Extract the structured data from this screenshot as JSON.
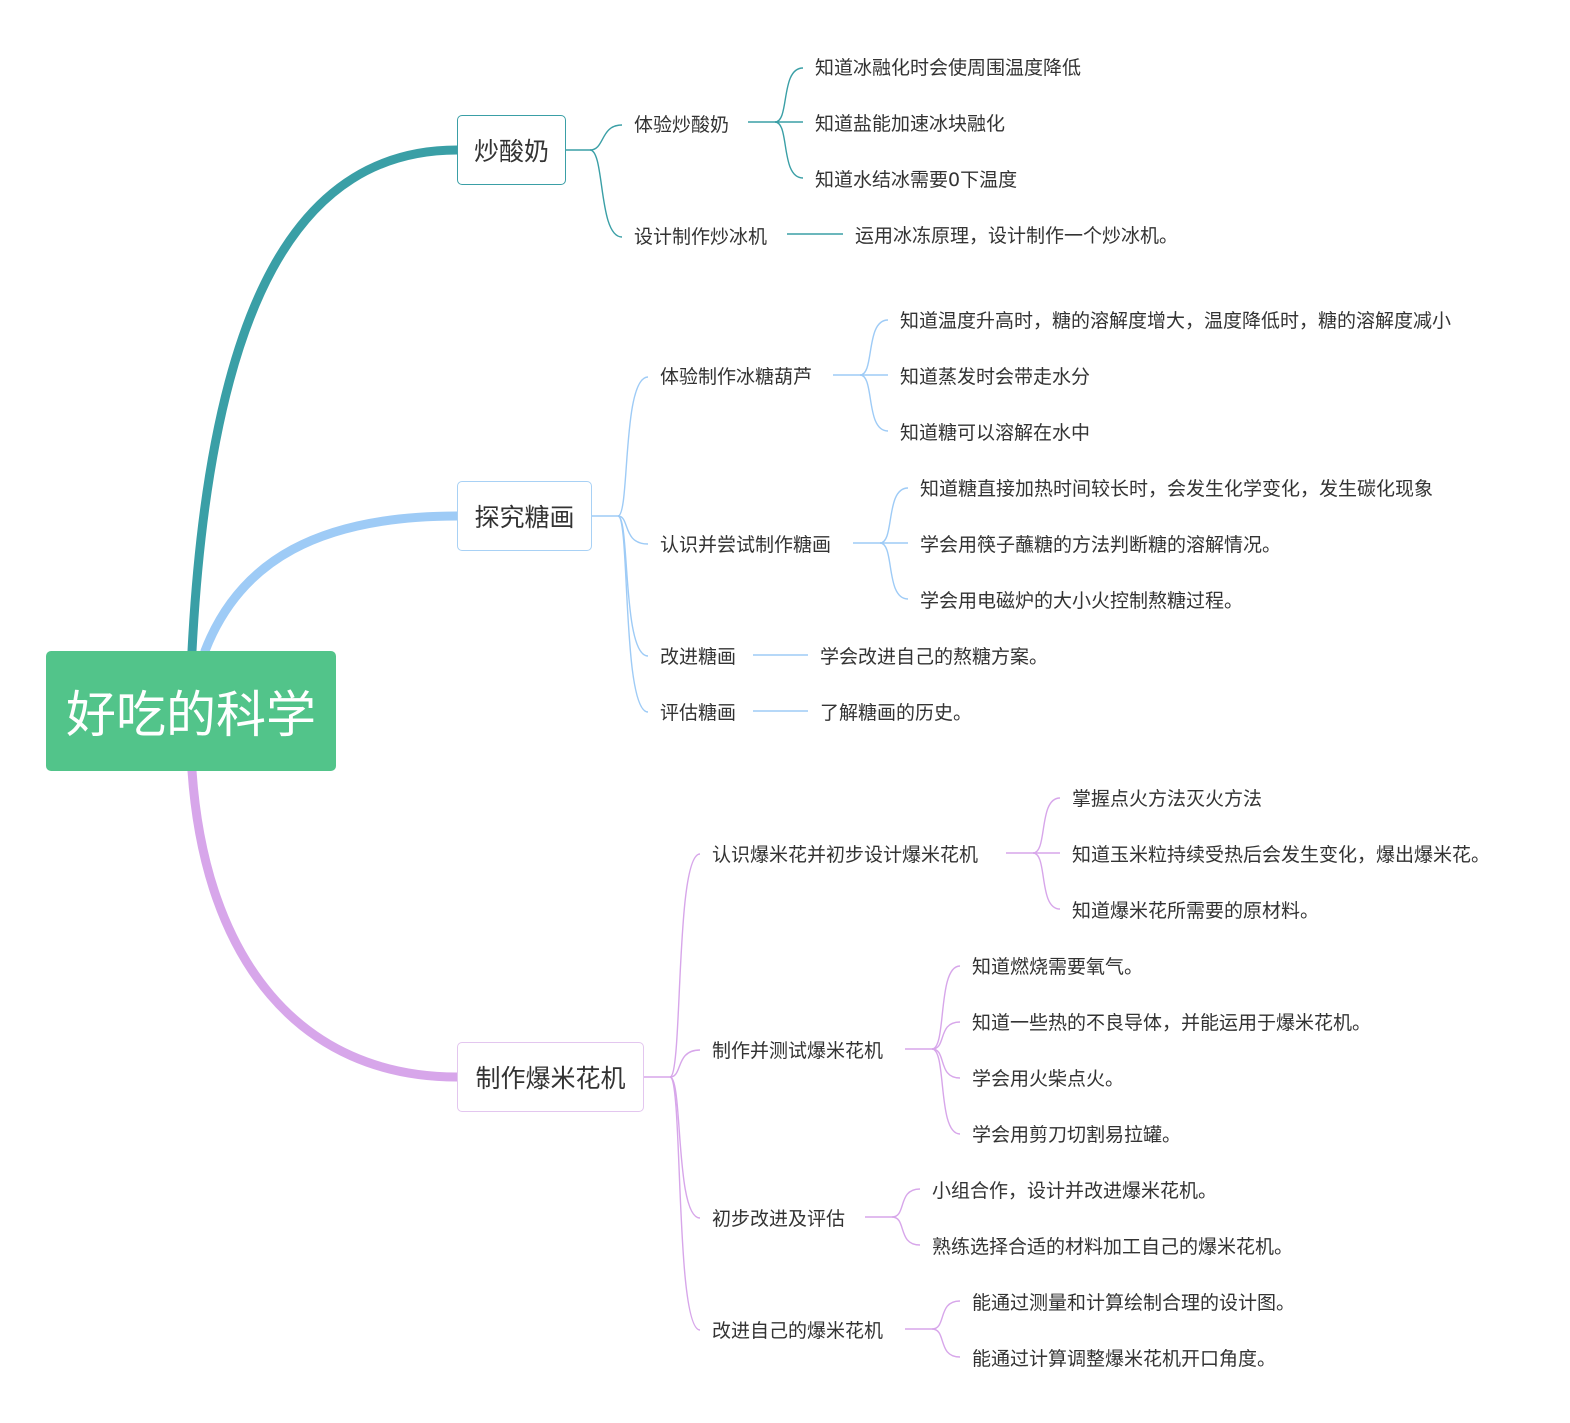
{
  "root": "好吃的科学",
  "colors": {
    "root": "#52c48a",
    "branch1": "#3a9fa6",
    "branch2": "#9ecbf6",
    "branch3": "#d7a6ea"
  },
  "branches": [
    {
      "label": "炒酸奶",
      "subs": [
        {
          "label": "体验炒酸奶",
          "leaves": [
            "知道冰融化时会使周围温度降低",
            "知道盐能加速冰块融化",
            "知道水结冰需要0下温度"
          ]
        },
        {
          "label": "设计制作炒冰机",
          "leaves": [
            "运用冰冻原理，设计制作一个炒冰机。"
          ]
        }
      ]
    },
    {
      "label": "探究糖画",
      "subs": [
        {
          "label": "体验制作冰糖葫芦",
          "leaves": [
            "知道温度升高时，糖的溶解度增大，温度降低时，糖的溶解度减小",
            "知道蒸发时会带走水分",
            "知道糖可以溶解在水中"
          ]
        },
        {
          "label": "认识并尝试制作糖画",
          "leaves": [
            "知道糖直接加热时间较长时，会发生化学变化，发生碳化现象",
            "学会用筷子蘸糖的方法判断糖的溶解情况。",
            "学会用电磁炉的大小火控制熬糖过程。"
          ]
        },
        {
          "label": "改进糖画",
          "leaves": [
            "学会改进自己的熬糖方案。"
          ]
        },
        {
          "label": "评估糖画",
          "leaves": [
            "了解糖画的历史。"
          ]
        }
      ]
    },
    {
      "label": "制作爆米花机",
      "subs": [
        {
          "label": "认识爆米花并初步设计爆米花机",
          "leaves": [
            "掌握点火方法灭火方法",
            "知道玉米粒持续受热后会发生变化，爆出爆米花。",
            "知道爆米花所需要的原材料。"
          ]
        },
        {
          "label": "制作并测试爆米花机",
          "leaves": [
            "知道燃烧需要氧气。",
            "知道一些热的不良导体，并能运用于爆米花机。",
            "学会用火柴点火。",
            "学会用剪刀切割易拉罐。"
          ]
        },
        {
          "label": "初步改进及评估",
          "leaves": [
            "小组合作，设计并改进爆米花机。",
            "熟练选择合适的材料加工自己的爆米花机。"
          ]
        },
        {
          "label": "改进自己的爆米花机",
          "leaves": [
            "能通过测量和计算绘制合理的设计图。",
            "能通过计算调整爆米花机开口角度。"
          ]
        }
      ]
    }
  ]
}
